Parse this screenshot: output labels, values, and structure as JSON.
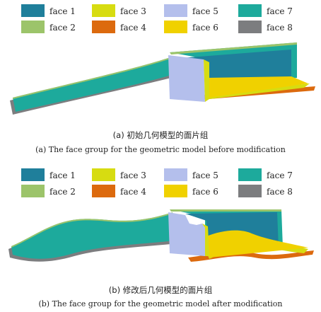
{
  "colors": {
    "face_1": "#1f7f9b",
    "face_2": "#9cc46a",
    "face_3": "#d7dc11",
    "face_4": "#dc6a0e",
    "face_5": "#b4bfec",
    "face_6": "#f0d100",
    "face_7": "#1daa9c",
    "face_8": "#7c7d7f"
  },
  "panels": [
    {
      "legend": [
        {
          "label": "face 1",
          "color_key": "face_1"
        },
        {
          "label": "face 2",
          "color_key": "face_2"
        },
        {
          "label": "face 3",
          "color_key": "face_3"
        },
        {
          "label": "face 4",
          "color_key": "face_4"
        },
        {
          "label": "face 5",
          "color_key": "face_5"
        },
        {
          "label": "face 6",
          "color_key": "face_6"
        },
        {
          "label": "face 7",
          "color_key": "face_7"
        },
        {
          "label": "face 8",
          "color_key": "face_8"
        }
      ],
      "caption_zh": "(a) 初始几何模型的面片组",
      "caption_en": "(a) The face group for the geometric model before modification"
    },
    {
      "legend": [
        {
          "label": "face 1",
          "color_key": "face_1"
        },
        {
          "label": "face 2",
          "color_key": "face_2"
        },
        {
          "label": "face 3",
          "color_key": "face_3"
        },
        {
          "label": "face 4",
          "color_key": "face_4"
        },
        {
          "label": "face 5",
          "color_key": "face_5"
        },
        {
          "label": "face 6",
          "color_key": "face_6"
        },
        {
          "label": "face 7",
          "color_key": "face_7"
        },
        {
          "label": "face 8",
          "color_key": "face_8"
        }
      ],
      "caption_zh": "(b) 修改后几何模型的面片组",
      "caption_en": "(b) The face group for the geometric model after modification"
    }
  ]
}
